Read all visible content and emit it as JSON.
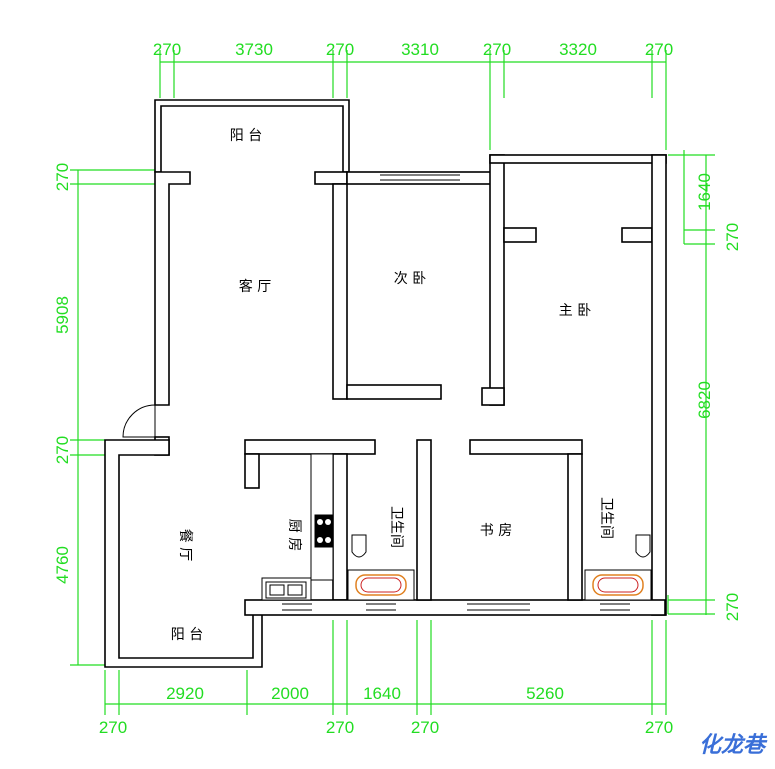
{
  "top_dimensions": [
    "270",
    "3730",
    "270",
    "3310",
    "270",
    "3320",
    "270"
  ],
  "bottom_dimensions_upper": [
    "2920",
    "2000",
    "1640",
    "5260"
  ],
  "bottom_dimensions_lower": [
    "270",
    "270",
    "270",
    "270"
  ],
  "left_dimensions": [
    "270",
    "5908",
    "270",
    "4760"
  ],
  "right_dimensions": [
    "1640",
    "270",
    "6820",
    "270"
  ],
  "rooms": {
    "balcony_top": "阳 台",
    "living_room": "客 厅",
    "second_bedroom": "次 卧",
    "master_bedroom": "主 卧",
    "dining_room": "餐 厅",
    "kitchen": "厨 房",
    "bathroom_1": "卫生间",
    "study": "书 房",
    "bathroom_2": "卫生间",
    "balcony_bottom": "阳 台"
  },
  "watermark": "化龙巷",
  "colors": {
    "dimension": "#22dd22",
    "wall": "#000000",
    "watermark": "#3a6fd8",
    "bathtub": "#e08020"
  }
}
